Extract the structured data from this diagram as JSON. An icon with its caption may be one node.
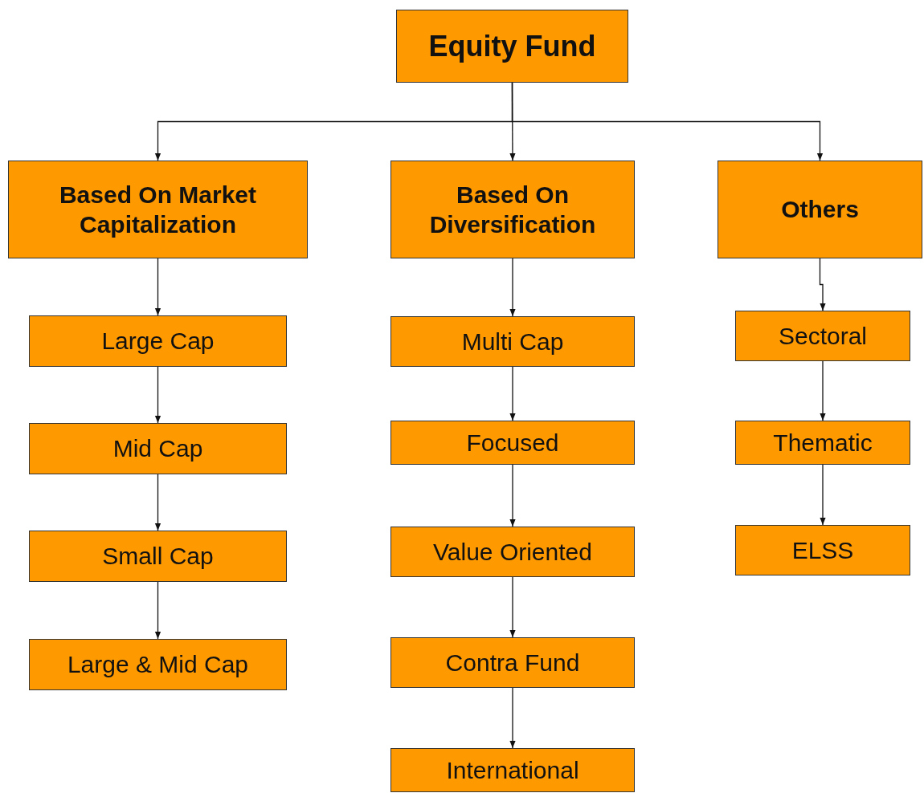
{
  "diagram": {
    "nodes": [
      {
        "text": [
          "Equity Fund"
        ]
      },
      {
        "text": [
          "Based On Market Capitalization"
        ]
      },
      {
        "text": [
          "Based On Diversification"
        ]
      },
      {
        "text": [
          "Others"
        ]
      },
      {
        "text": [
          "Large Cap"
        ]
      },
      {
        "text": [
          "Mid Cap"
        ]
      },
      {
        "text": [
          "Small Cap"
        ]
      },
      {
        "text": [
          "Large & Mid Cap"
        ]
      },
      {
        "text": [
          "Multi Cap"
        ]
      },
      {
        "text": [
          "Focused"
        ]
      },
      {
        "text": [
          "Value Oriented"
        ]
      },
      {
        "text": [
          "Contra Fund"
        ]
      },
      {
        "text": [
          "International"
        ]
      },
      {
        "text": [
          "Sectoral"
        ]
      },
      {
        "text": [
          "Thematic"
        ]
      },
      {
        "text": [
          "ELSS"
        ]
      }
    ],
    "edges": [
      {
        "from": 0,
        "to": 1,
        "arrow": "to"
      },
      {
        "from": 0,
        "to": 2,
        "arrow": "to"
      },
      {
        "from": 0,
        "to": 3,
        "arrow": "to"
      },
      {
        "from": 1,
        "to": 4,
        "arrow": "to"
      },
      {
        "from": 4,
        "to": 5,
        "arrow": "to"
      },
      {
        "from": 5,
        "to": 6,
        "arrow": "to"
      },
      {
        "from": 6,
        "to": 7,
        "arrow": "to"
      },
      {
        "from": 2,
        "to": 8,
        "arrow": "to"
      },
      {
        "from": 8,
        "to": 9,
        "arrow": "to"
      },
      {
        "from": 9,
        "to": 10,
        "arrow": "to"
      },
      {
        "from": 10,
        "to": 11,
        "arrow": "to"
      },
      {
        "from": 11,
        "to": 12,
        "arrow": "to"
      },
      {
        "from": 3,
        "to": 13,
        "arrow": "to"
      },
      {
        "from": 13,
        "to": 14,
        "arrow": "to"
      },
      {
        "from": 14,
        "to": 15,
        "arrow": "to"
      }
    ]
  }
}
